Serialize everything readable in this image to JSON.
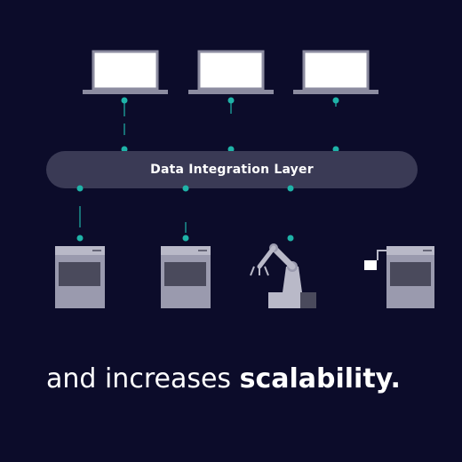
{
  "layer": {
    "label": "Data Integration Layer"
  },
  "caption": {
    "prefix": "and increases ",
    "emphasis": "scalability."
  },
  "colors": {
    "background": "#0c0c2a",
    "layer_bar": "#3a3a55",
    "accent": "#1fb3a8",
    "device_light": "#b9b9c8",
    "device_dark": "#4a4a5c",
    "monitor_frame": "#6e6e84"
  },
  "icons": [
    "laptop-icon",
    "laptop-icon",
    "laptop-icon",
    "machine-icon",
    "machine-icon",
    "robot-arm-icon",
    "machine-with-sensor-icon"
  ]
}
